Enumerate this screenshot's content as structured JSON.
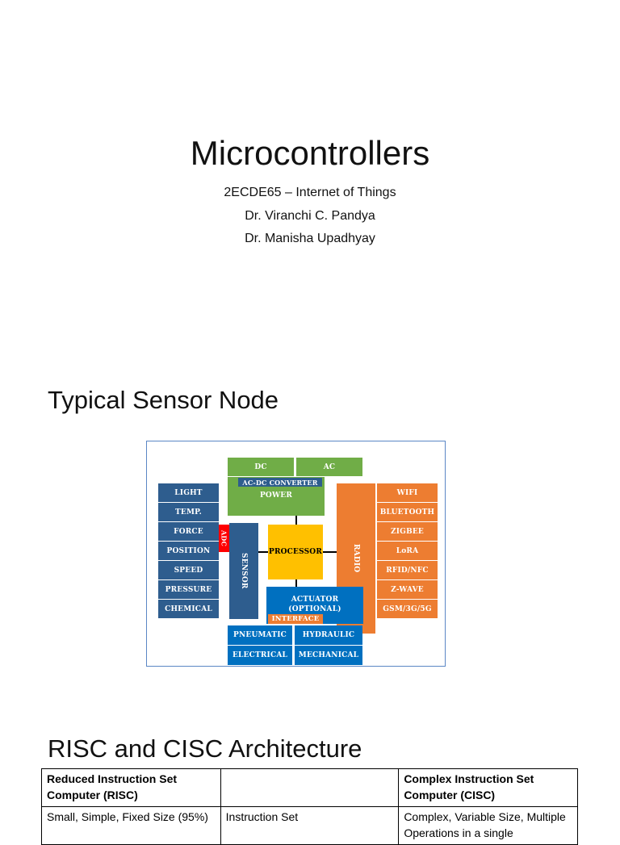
{
  "slide1": {
    "title": "Microcontrollers",
    "course": "2ECDE65 – Internet of Things",
    "author1": "Dr. Viranchi C. Pandya",
    "author2": "Dr. Manisha Upadhyay"
  },
  "slide2": {
    "title": "Typical Sensor Node",
    "diagram": {
      "dc": "DC",
      "ac": "AC",
      "acdc": "AC-DC CONVERTER",
      "power": "POWER",
      "sensors": [
        "LIGHT",
        "TEMP.",
        "FORCE",
        "POSITION",
        "SPEED",
        "PRESSURE",
        "CHEMICAL"
      ],
      "adc": "ADC",
      "sensor": "SENSOR",
      "processor": "PROCESSOR",
      "radio": "RADIO",
      "radios": [
        "WIFI",
        "BLUETOOTH",
        "ZIGBEE",
        "LoRA",
        "RFID/NFC",
        "Z-WAVE",
        "GSM/3G/5G"
      ],
      "actuator1": "ACTUATOR",
      "actuator2": "(OPTIONAL)",
      "interface": "INTERFACE",
      "pneumatic": "PNEUMATIC",
      "hydraulic": "HYDRAULIC",
      "electrical": "ELECTRICAL",
      "mechanical": "MECHANICAL"
    }
  },
  "slide3": {
    "title": "RISC and CISC Architecture",
    "table": {
      "header": [
        "Reduced Instruction Set Computer (RISC)",
        "",
        "Complex Instruction Set Computer (CISC)"
      ],
      "rows": [
        [
          "Small, Simple, Fixed Size (95%)",
          "Instruction Set",
          "Complex, Variable Size, Multiple Operations in a single"
        ]
      ]
    }
  },
  "colors": {
    "green": "#70ad47",
    "navy": "#2e5d8e",
    "orange": "#ed7d31",
    "blue": "#0070c0",
    "yellow": "#ffc000",
    "adc_red": "#ff0000"
  }
}
